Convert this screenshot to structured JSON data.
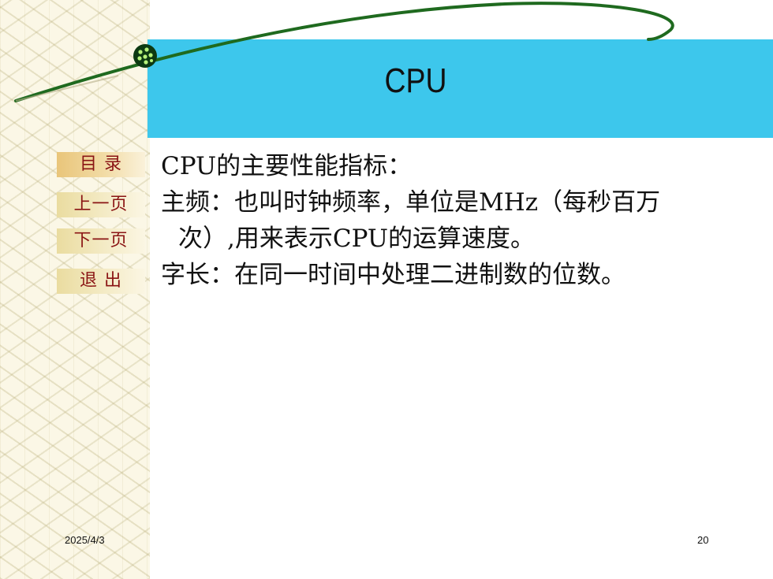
{
  "slide": {
    "title": "CPU",
    "date": "2025/4/3",
    "page_number": "20"
  },
  "nav": {
    "items": [
      {
        "label": "目 录"
      },
      {
        "label": "上一页"
      },
      {
        "label": "下一页"
      },
      {
        "label": "退 出"
      }
    ]
  },
  "content": {
    "lines": [
      "CPU的主要性能指标：",
      "主频：也叫时钟频率，单位是MHz（每秒百万",
      "次）,用来表示CPU的运算速度。",
      "字长：在同一时间中处理二进制数的位数。"
    ]
  },
  "colors": {
    "title_bar": "#3dc7ec",
    "swoosh": "#1f6a1f",
    "nav_text": "#8a1414"
  },
  "icons": {
    "title_ornament": "green-dotted-ball-icon"
  }
}
